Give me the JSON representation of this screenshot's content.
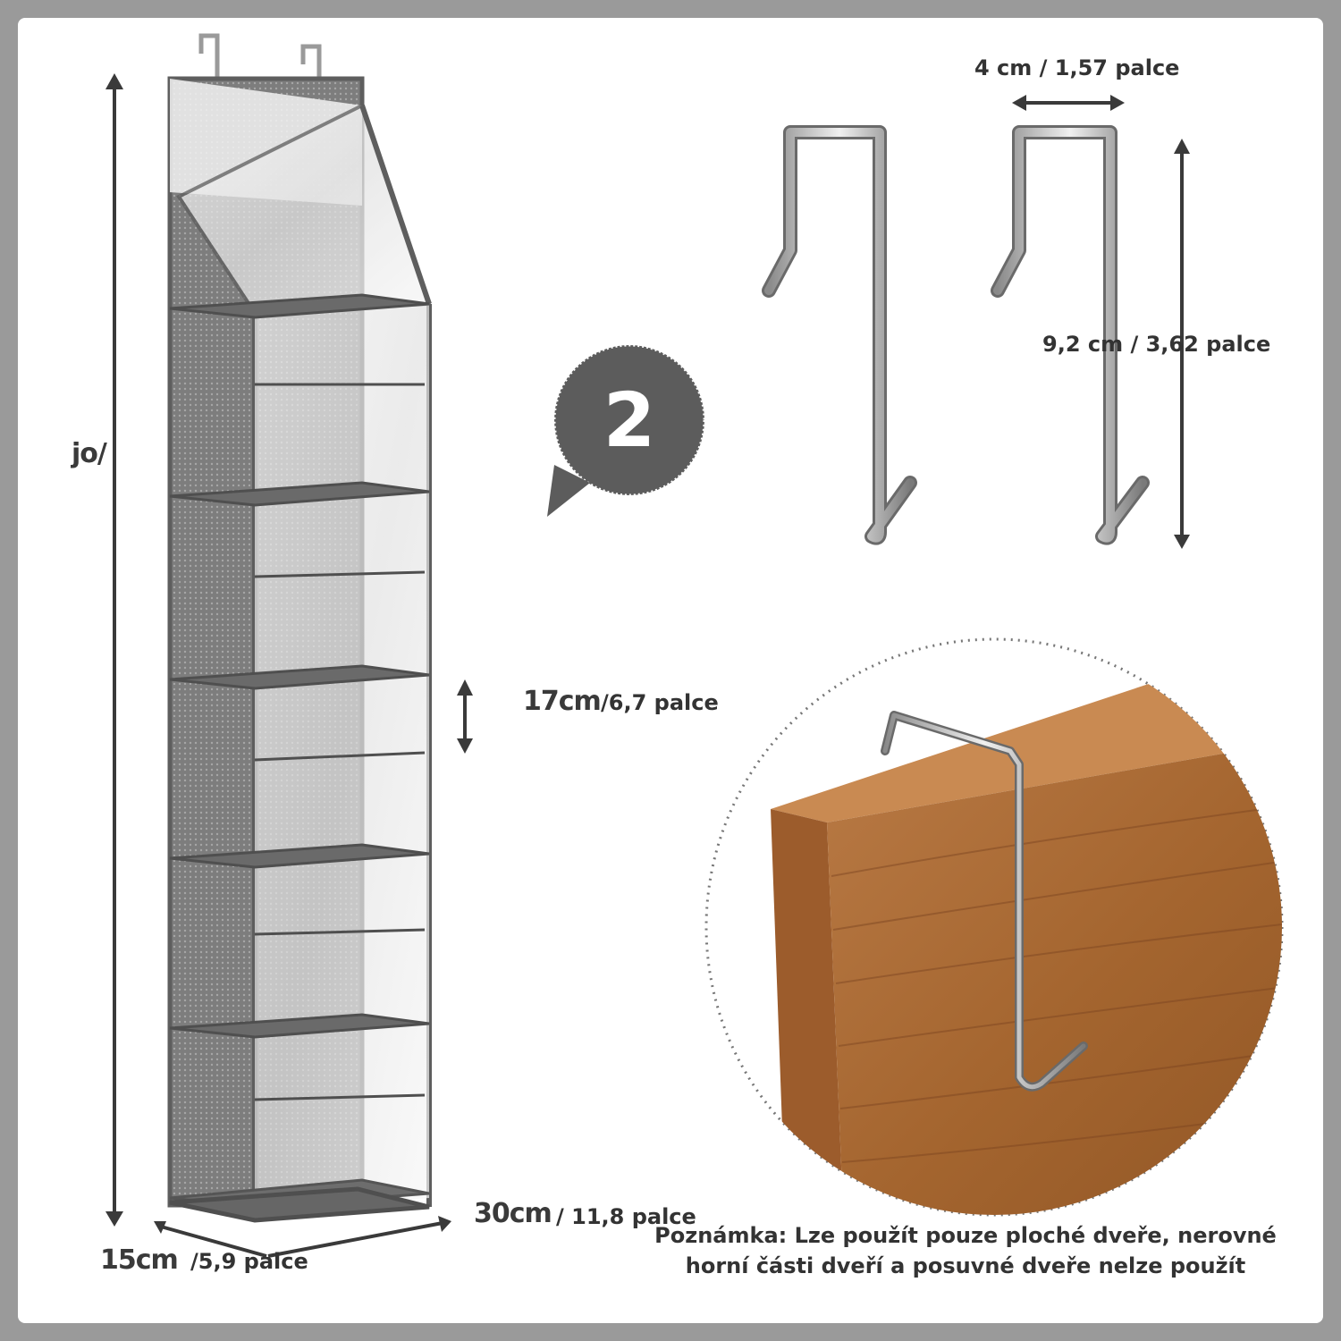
{
  "product": {
    "height_label": "jo/",
    "shelf_height_cm": "17cm",
    "shelf_height_in": "/6,7 palce",
    "width_cm": "30cm",
    "width_in": "/ 11,8 palce",
    "depth_cm": "15cm",
    "depth_in": "/5,9 palce"
  },
  "hooks": {
    "badge_count": "2",
    "width_label": "4 cm / 1,57 palce",
    "height_label": "9,2 cm / 3,62 palce"
  },
  "note": {
    "line1": "Poznámka: Lze použít pouze ploché dveře, nerovné",
    "line2": "horní části dveří a posuvné dveře nelze použít"
  },
  "colors": {
    "frame": "#6a6a6a",
    "mesh": "#8c8c8c",
    "badge": "#5c5c5c",
    "wood": "#a86a3a",
    "arrow": "#3a3a3a"
  }
}
